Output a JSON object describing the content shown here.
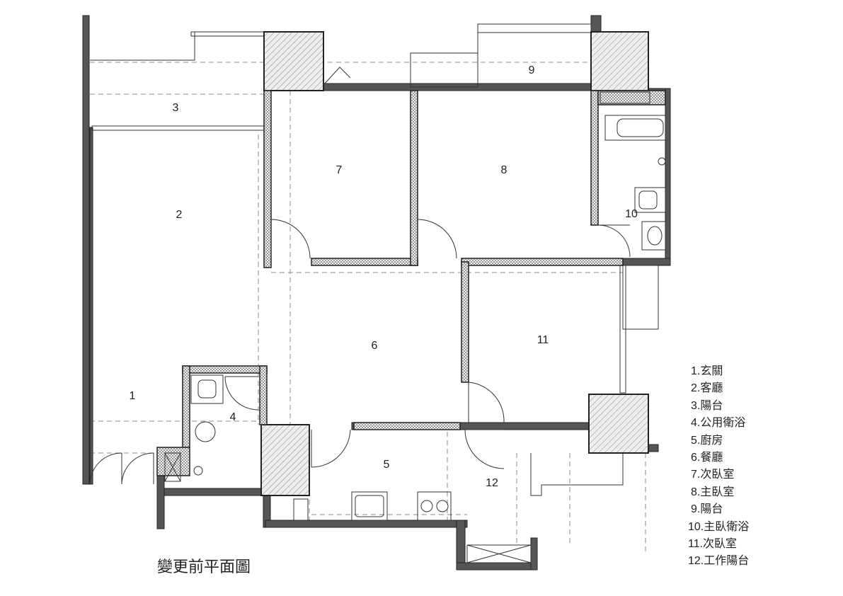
{
  "title": "變更前平面圖",
  "room_numbers": [
    "1",
    "2",
    "3",
    "4",
    "5",
    "6",
    "7",
    "8",
    "9",
    "10",
    "11",
    "12"
  ],
  "legend": [
    "1.玄關",
    "2.客廳",
    "3.陽台",
    "4.公用衛浴",
    "5.廚房",
    "6.餐廳",
    "7.次臥室",
    "8.主臥室",
    "9.陽台",
    "10.主臥衛浴",
    "11.次臥室",
    "12.工作陽台"
  ]
}
